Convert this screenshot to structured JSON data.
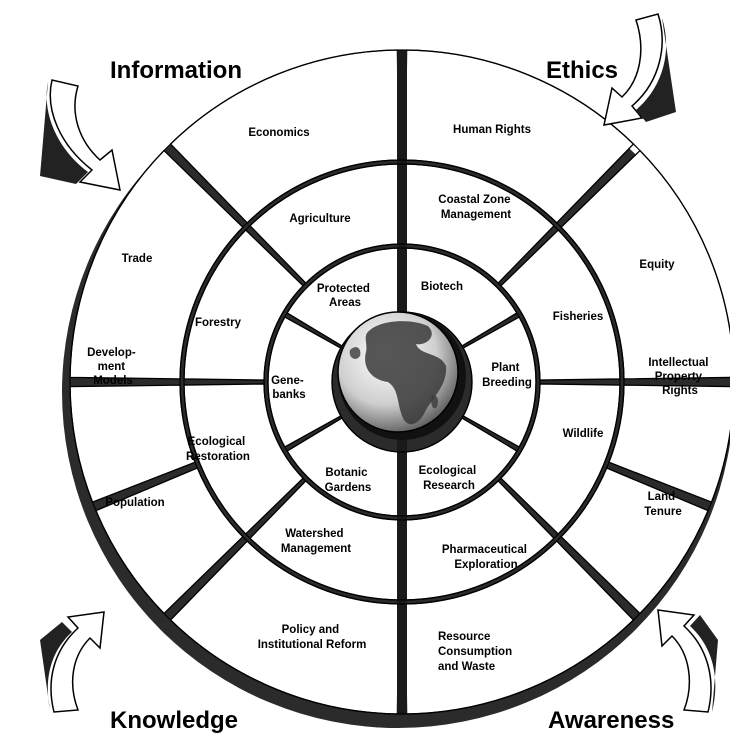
{
  "corners": {
    "top_left": "Information",
    "top_right": "Ethics",
    "bottom_left": "Knowledge",
    "bottom_right": "Awareness"
  },
  "outer_ring": {
    "top_left": "Economics",
    "top_right": "Human Rights",
    "left_1": "Trade",
    "left_2_line1": "Develop-",
    "left_2_line2": "ment",
    "left_2_line3": "Models",
    "left_3": "Population",
    "right_1": "Equity",
    "right_2_line1": "Intellectual",
    "right_2_line2": "Property",
    "right_2_line3": "Rights",
    "right_3_line1": "Land",
    "right_3_line2": "Tenure",
    "bottom_left_line1": "Policy and",
    "bottom_left_line2": "Institutional Reform",
    "bottom_right_line1": "Resource",
    "bottom_right_line2": "Consumption",
    "bottom_right_line3": "and Waste"
  },
  "middle_ring": {
    "top_left": "Agriculture",
    "top_right_line1": "Coastal Zone",
    "top_right_line2": "Management",
    "left_top": "Forestry",
    "left_bottom_line1": "Ecological",
    "left_bottom_line2": "Restoration",
    "right_top": "Fisheries",
    "right_bottom": "Wildlife",
    "bottom_left_line1": "Watershed",
    "bottom_left_line2": "Management",
    "bottom_right_line1": "Pharmaceutical",
    "bottom_right_line2": "Exploration"
  },
  "inner_ring": {
    "top_left_line1": "Protected",
    "top_left_line2": "Areas",
    "top_right": "Biotech",
    "left_line1": "Gene-",
    "left_line2": "banks",
    "right_line1": "Plant",
    "right_line2": "Breeding",
    "bottom_left_line1": "Botanic",
    "bottom_left_line2": "Gardens",
    "bottom_right_line1": "Ecological",
    "bottom_right_line2": "Research"
  },
  "center": {
    "icon": "globe-icon"
  },
  "arrows": {
    "top_left": "curved-arrow-down-icon",
    "top_right": "curved-arrow-down-icon",
    "bottom_left": "curved-arrow-up-icon",
    "bottom_right": "curved-arrow-up-icon"
  },
  "colors": {
    "ink": "#000000",
    "paper": "#ffffff",
    "shade": "#2b2b2b"
  }
}
